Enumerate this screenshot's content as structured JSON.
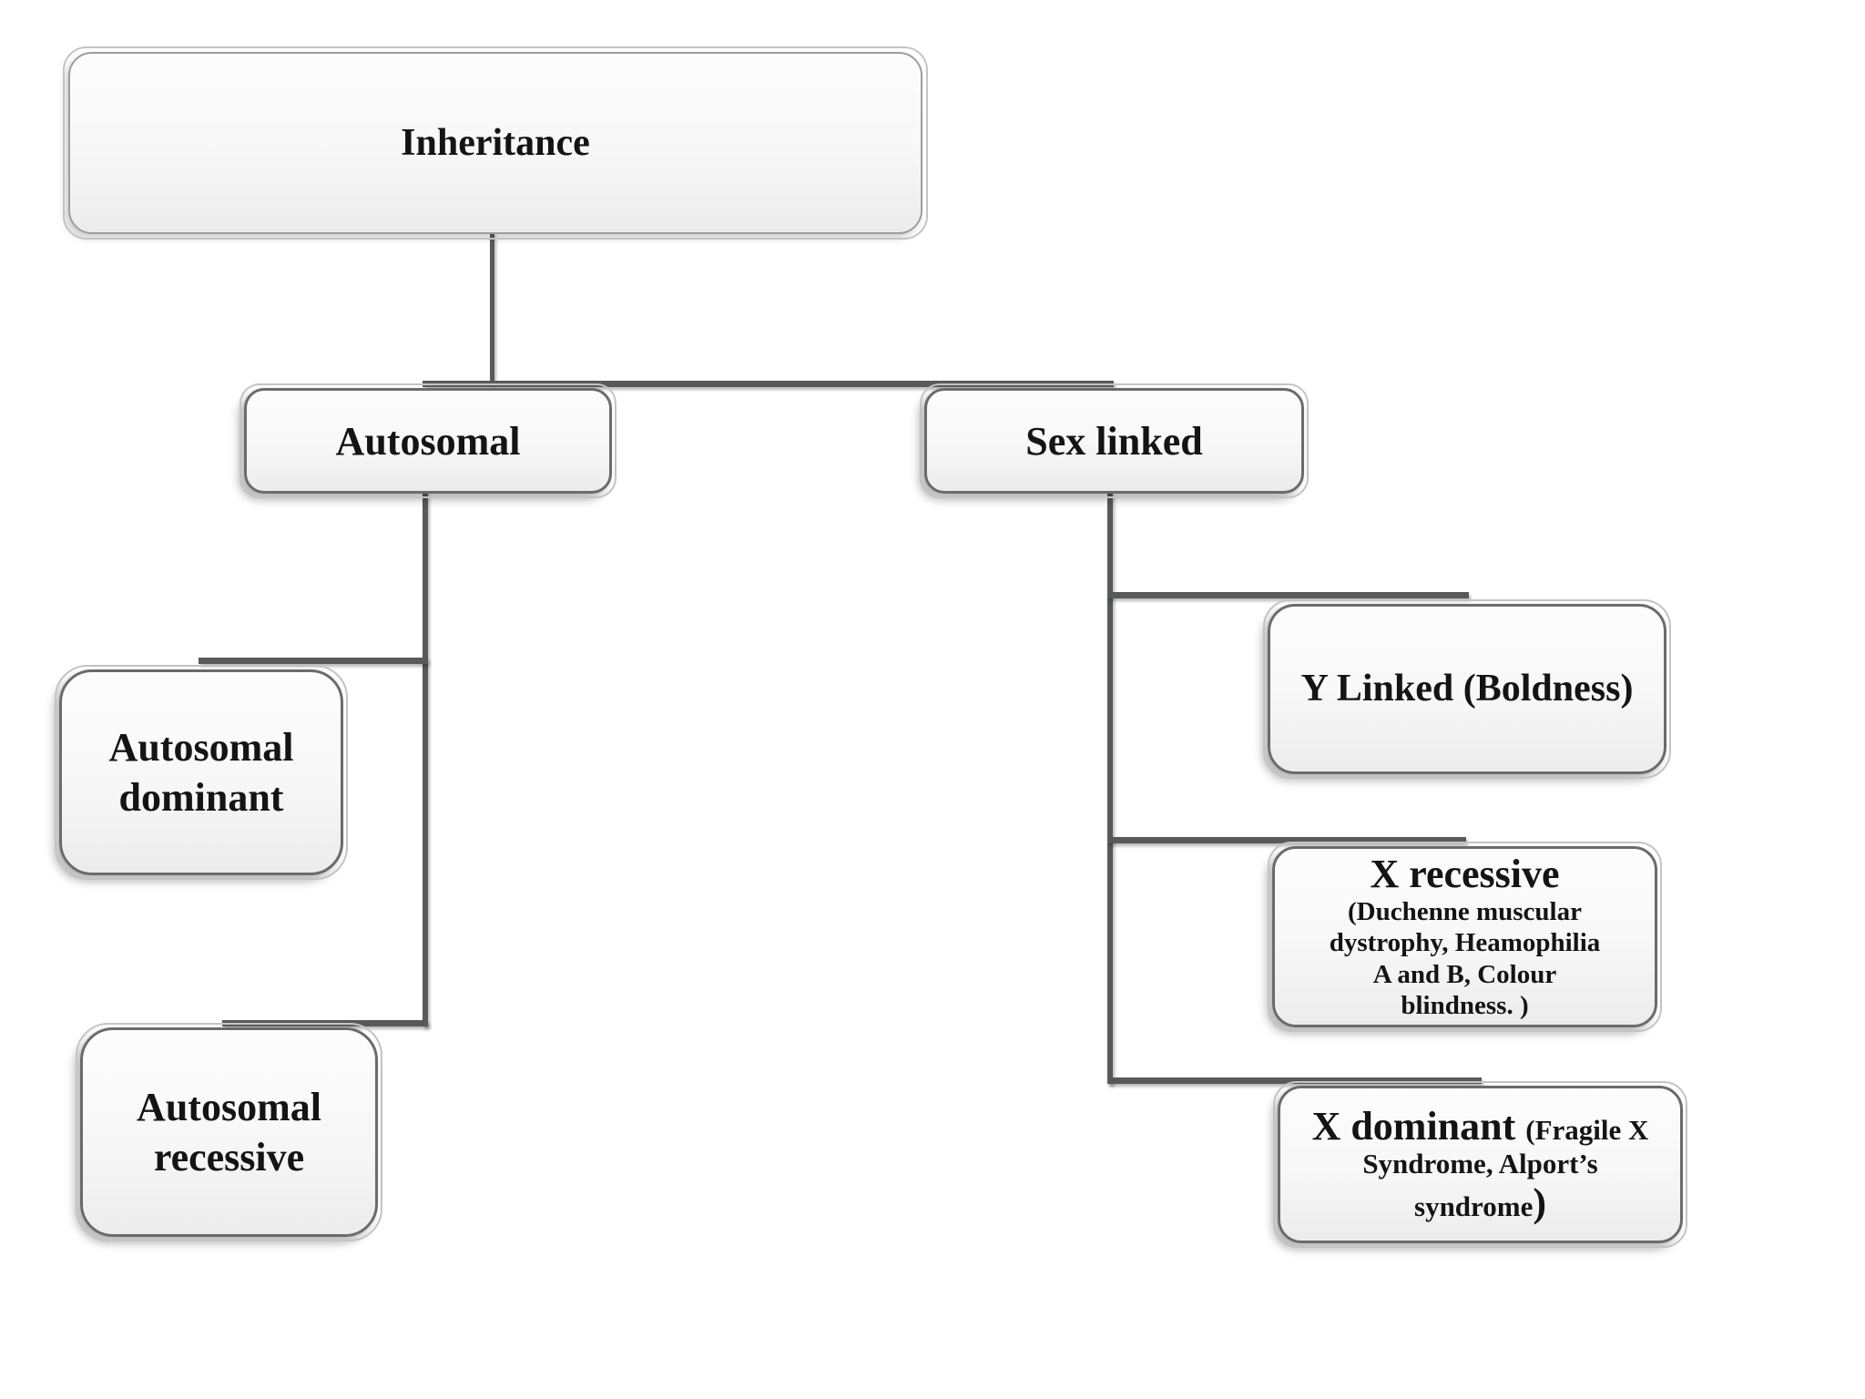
{
  "theme": {
    "page_bg": "#ffffff",
    "node_fill_top": "#fdfdfd",
    "node_fill_bottom": "#ececec",
    "node_border": "#6b6b6b",
    "node_outer_line": "#c4c4c4",
    "connector_color": "#565a5c",
    "text_color": "#141414"
  },
  "diagram": {
    "type": "hierarchy-flowchart",
    "nodes": {
      "inheritance": {
        "label": "Inheritance"
      },
      "autosomal": {
        "label": "Autosomal"
      },
      "sex_linked": {
        "label": "Sex linked"
      },
      "autosomal_dominant": {
        "label": "Autosomal dominant"
      },
      "autosomal_recessive": {
        "label": "Autosomal recessive"
      },
      "y_linked": {
        "label": "Y Linked (Boldness)"
      },
      "x_recessive": {
        "title": "X recessive",
        "subtitle_lines": [
          "(Duchenne muscular",
          "dystrophy, Heamophilia",
          "A and B, Colour",
          "blindness. )"
        ]
      },
      "x_dominant": {
        "lines": [
          {
            "big": "X dominant ",
            "small": "(Fragile X"
          },
          {
            "small": "Syndrome, Alport’s"
          },
          {
            "small": "syndrome",
            "big_end": ")"
          }
        ]
      }
    },
    "edges": [
      {
        "from": "Inheritance",
        "to": "Autosomal"
      },
      {
        "from": "Inheritance",
        "to": "Sex linked"
      },
      {
        "from": "Autosomal",
        "to": "Autosomal dominant"
      },
      {
        "from": "Autosomal",
        "to": "Autosomal recessive"
      },
      {
        "from": "Sex linked",
        "to": "Y Linked (Boldness)"
      },
      {
        "from": "Sex linked",
        "to": "X recessive"
      },
      {
        "from": "Sex linked",
        "to": "X dominant"
      }
    ]
  }
}
